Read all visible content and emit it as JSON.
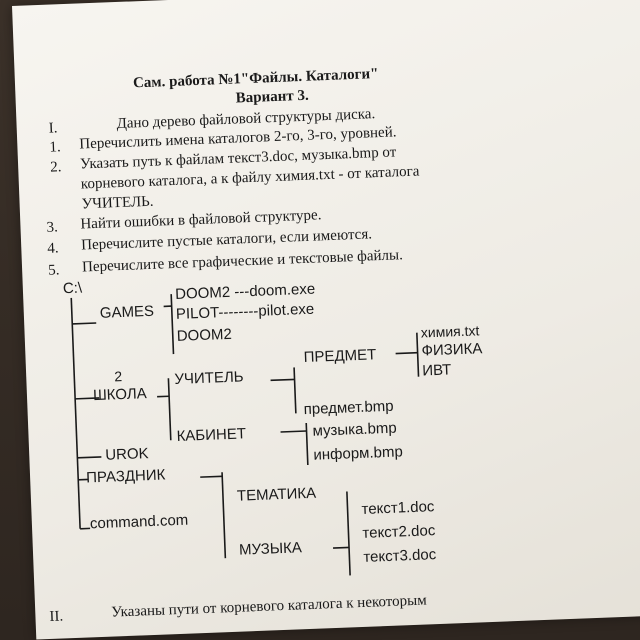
{
  "header": {
    "title": "Сам. работа №1\"Файлы. Каталоги\"",
    "variant": "Вариант 3."
  },
  "task1": {
    "num": "I.",
    "intro": "Дано дерево файловой структуры диска.",
    "items": [
      {
        "num": "1.",
        "text": "Перечислить имена каталогов 2-го, 3-го, уровней."
      },
      {
        "num": "2.",
        "text": "Указать путь к файлам текст3.doc, музыка.bmp от"
      },
      {
        "num": "",
        "text": "корневого каталога, а к файлу химия.txt - от каталога"
      },
      {
        "num": "",
        "text": "УЧИТЕЛЬ."
      },
      {
        "num": "3.",
        "text": "Найти ошибки в файловой структуре."
      },
      {
        "num": "4.",
        "text": "Перечислите пустые каталоги, если имеются."
      },
      {
        "num": "5.",
        "text": "Перечислите все графические и текстовые файлы."
      }
    ]
  },
  "tree": {
    "root": "C:\\",
    "games": "GAMES",
    "doom2_1": "DOOM2 ---doom.exe",
    "pilot": "PILOT--------pilot.exe",
    "doom2_2": "DOOM2",
    "mark": "2",
    "school": "ШКОЛА",
    "teacher": "УЧИТЕЛЬ",
    "subject": "ПРЕДМЕТ",
    "himiya": "химия.txt",
    "fizika": "ФИЗИКА",
    "ivt": "ИВТ",
    "predmet_bmp": "предмет.bmp",
    "cabinet": "КАБИНЕТ",
    "muzyka_bmp": "музыка.bmp",
    "inform_bmp": "информ.bmp",
    "urok": "UROK",
    "holiday": "ПРАЗДНИК",
    "command": "command.com",
    "tematika": "ТЕМАТИКА",
    "music": "МУЗЫКА",
    "text1": "текст1.doc",
    "text2": "текст2.doc",
    "text3": "текст3.doc"
  },
  "task2": {
    "num": "II.",
    "text": "Указаны пути от корневого каталога к некоторым"
  }
}
